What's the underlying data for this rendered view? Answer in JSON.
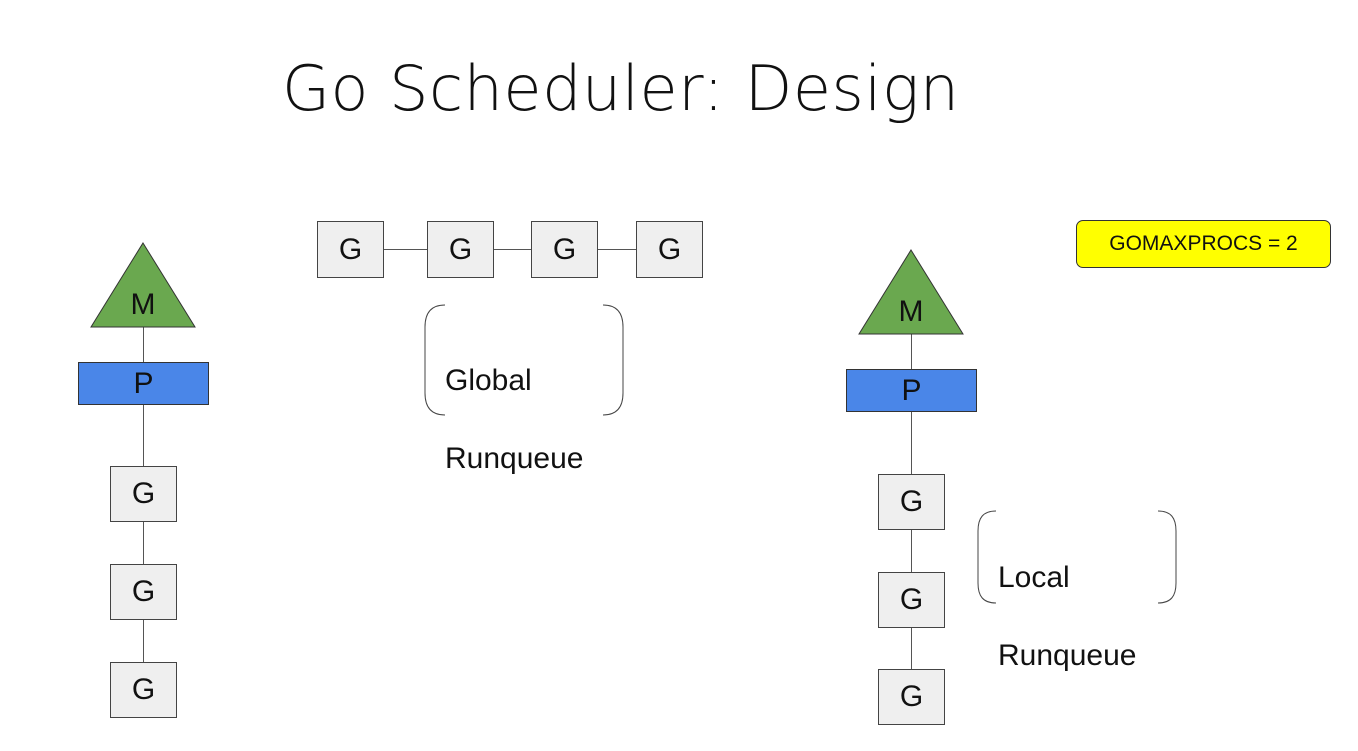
{
  "title": "Go Scheduler: Design",
  "badge": "GOMAXPROCS = 2",
  "labels": {
    "m": "M",
    "p": "P",
    "g": "G"
  },
  "global_runqueue": {
    "line1": "Global",
    "line2": "Runqueue"
  },
  "local_runqueue": {
    "line1": "Local",
    "line2": "Runqueue"
  },
  "colors": {
    "machine": "#6aa84f",
    "processor": "#4a86e8",
    "goroutine": "#efefef",
    "badge": "#ffff00"
  }
}
